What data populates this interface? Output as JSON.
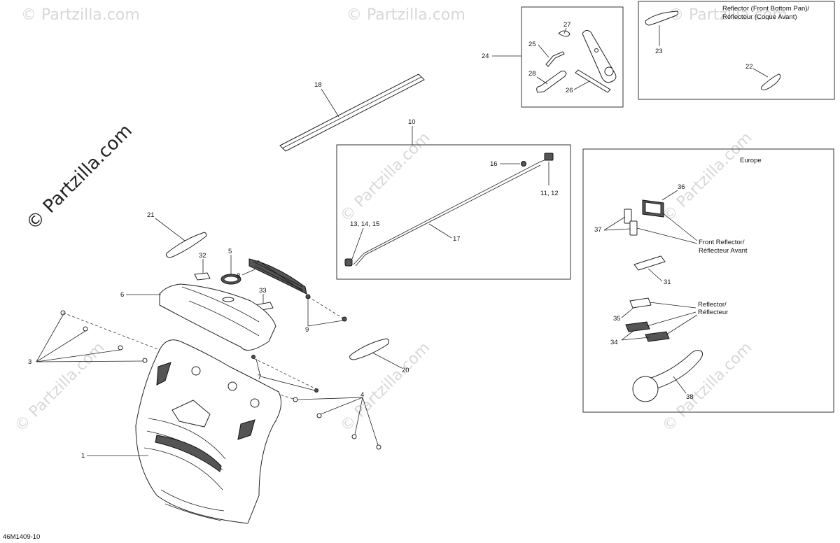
{
  "watermark": {
    "text": "© Partzilla.com"
  },
  "diagram_code": "46M1409-10",
  "notes": {
    "reflector_bottom_pan_en": "Reflector (Front Bottom Pan)/",
    "reflector_bottom_pan_fr": "Réflecteur (Coque Avant)",
    "europe": "Europe",
    "front_reflector_en": "Front Reflector/",
    "front_reflector_fr": "Réflecteur Avant",
    "reflector_en": "Reflector/",
    "reflector_fr": "Réflecteur"
  },
  "callouts": {
    "c1": "1",
    "c3": "3",
    "c4": "4",
    "c5": "5",
    "c6": "6",
    "c7": "7",
    "c8": "8",
    "c9": "9",
    "c10": "10",
    "c11_12": "11, 12",
    "c13_14_15": "13, 14, 15",
    "c16": "16",
    "c17": "17",
    "c18": "18",
    "c20": "20",
    "c21": "21",
    "c22": "22",
    "c23": "23",
    "c24": "24",
    "c25": "25",
    "c26": "26",
    "c27": "27",
    "c28": "28",
    "c31": "31",
    "c32": "32",
    "c33": "33",
    "c34": "34",
    "c35": "35",
    "c36": "36",
    "c37": "37",
    "c38": "38"
  }
}
